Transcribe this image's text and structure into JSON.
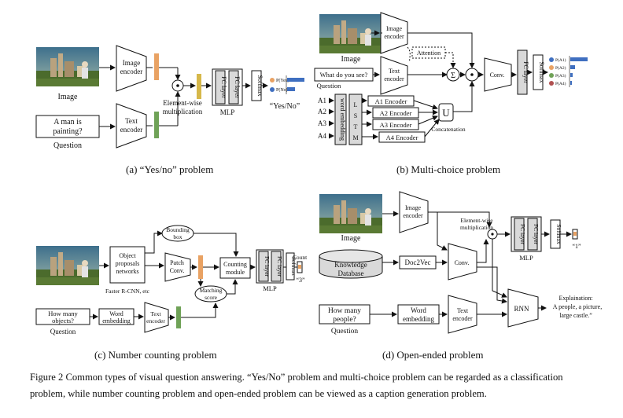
{
  "panel_a": {
    "image_label": "Image",
    "image_encoder": [
      "Image",
      "encoder"
    ],
    "text_encoder": [
      "Text",
      "encoder"
    ],
    "question_text": [
      "A man is",
      "painting?"
    ],
    "question_label": "Question",
    "elementwise": [
      "Element-wise",
      "multiplication"
    ],
    "fc1": "FC layer",
    "fc2": "FC layer",
    "mlp": "MLP",
    "softmax": "Softmax",
    "p_yes": "P(Yes)",
    "p_no": "P(No)",
    "answer": "“Yes/No”",
    "caption": "(a)  “Yes/no” problem"
  },
  "panel_b": {
    "image_label": "Image",
    "image_encoder": [
      "Image",
      "encoder"
    ],
    "attention": "Attention",
    "question_text": "What do you see?",
    "question_label": "Question",
    "text_encoder": [
      "Text",
      "encoder"
    ],
    "sigma": "Σ",
    "conv": "Conv.",
    "fc": "FC layer",
    "softmax": "Softmax",
    "probs": [
      "P(A1)",
      "P(A2)",
      "P(A3)",
      "P(A4)"
    ],
    "answers": [
      "A1",
      "A2",
      "A3",
      "A4"
    ],
    "word_embedding": "word embedding",
    "lstm": [
      "L",
      "S",
      "T",
      "M"
    ],
    "encoders": [
      "A1 Encoder",
      "A2 Encoder",
      "A3 Encoder",
      "A4 Encoder"
    ],
    "concat_symbol": "U",
    "concat": "Concatenation",
    "caption": "(b)  Multi-choice problem"
  },
  "panel_c": {
    "object_proposals": [
      "Object",
      "proposals",
      "networks"
    ],
    "faster_rcnn": "Faster R-CNN, etc",
    "bounding_box": [
      "Bounding",
      "box"
    ],
    "patch_conv": [
      "Patch",
      "Conv."
    ],
    "counting_module": [
      "Counting",
      "module"
    ],
    "matching_score": [
      "Matching",
      "score"
    ],
    "fc1": "FC layer",
    "fc2": "FC layer",
    "mlp": "MLP",
    "softmax": "Softmax",
    "count_label": "Count",
    "count_value": "“3”",
    "question_text": [
      "How many",
      "objects?"
    ],
    "question_label": "Question",
    "word_embedding": [
      "Word",
      "embedding"
    ],
    "text_encoder": [
      "Text",
      "encoder"
    ],
    "caption": "(c)  Number counting problem"
  },
  "panel_d": {
    "image_label": "Image",
    "image_encoder": [
      "Image",
      "encoder"
    ],
    "elementwise": [
      "Element-wise",
      "multiplication"
    ],
    "fc1": "FC layer",
    "fc2": "FC layer",
    "mlp": "MLP",
    "softmax": "Softmax",
    "answer": "“1”",
    "knowledge_db": [
      "Knowledge",
      "Database"
    ],
    "doc2vec": "Doc2Vec",
    "conv": "Conv.",
    "question_text": [
      "How many",
      "people?"
    ],
    "question_label": "Question",
    "word_embedding": [
      "Word",
      "embedding"
    ],
    "text_encoder": [
      "Text",
      "encoder"
    ],
    "rnn": "RNN",
    "explanation": [
      "Explaination:",
      "A people, a picture,",
      "large castle.”"
    ],
    "caption": "(d)  Open-ended problem"
  },
  "caption": {
    "line1": "Figure 2 Common types of visual question answering. “Yes/No” problem and multi-choice problem can be regarded as a classification",
    "line2": "problem, while number counting problem and open-ended problem can be viewed as a caption generation problem."
  },
  "colors": {
    "orange_bar": "#e9a263",
    "green_bar": "#6fa257",
    "yellow_bar": "#d6b84a",
    "gray_fill": "#d9d9d9",
    "blue_bar": "#3f6fc0"
  }
}
